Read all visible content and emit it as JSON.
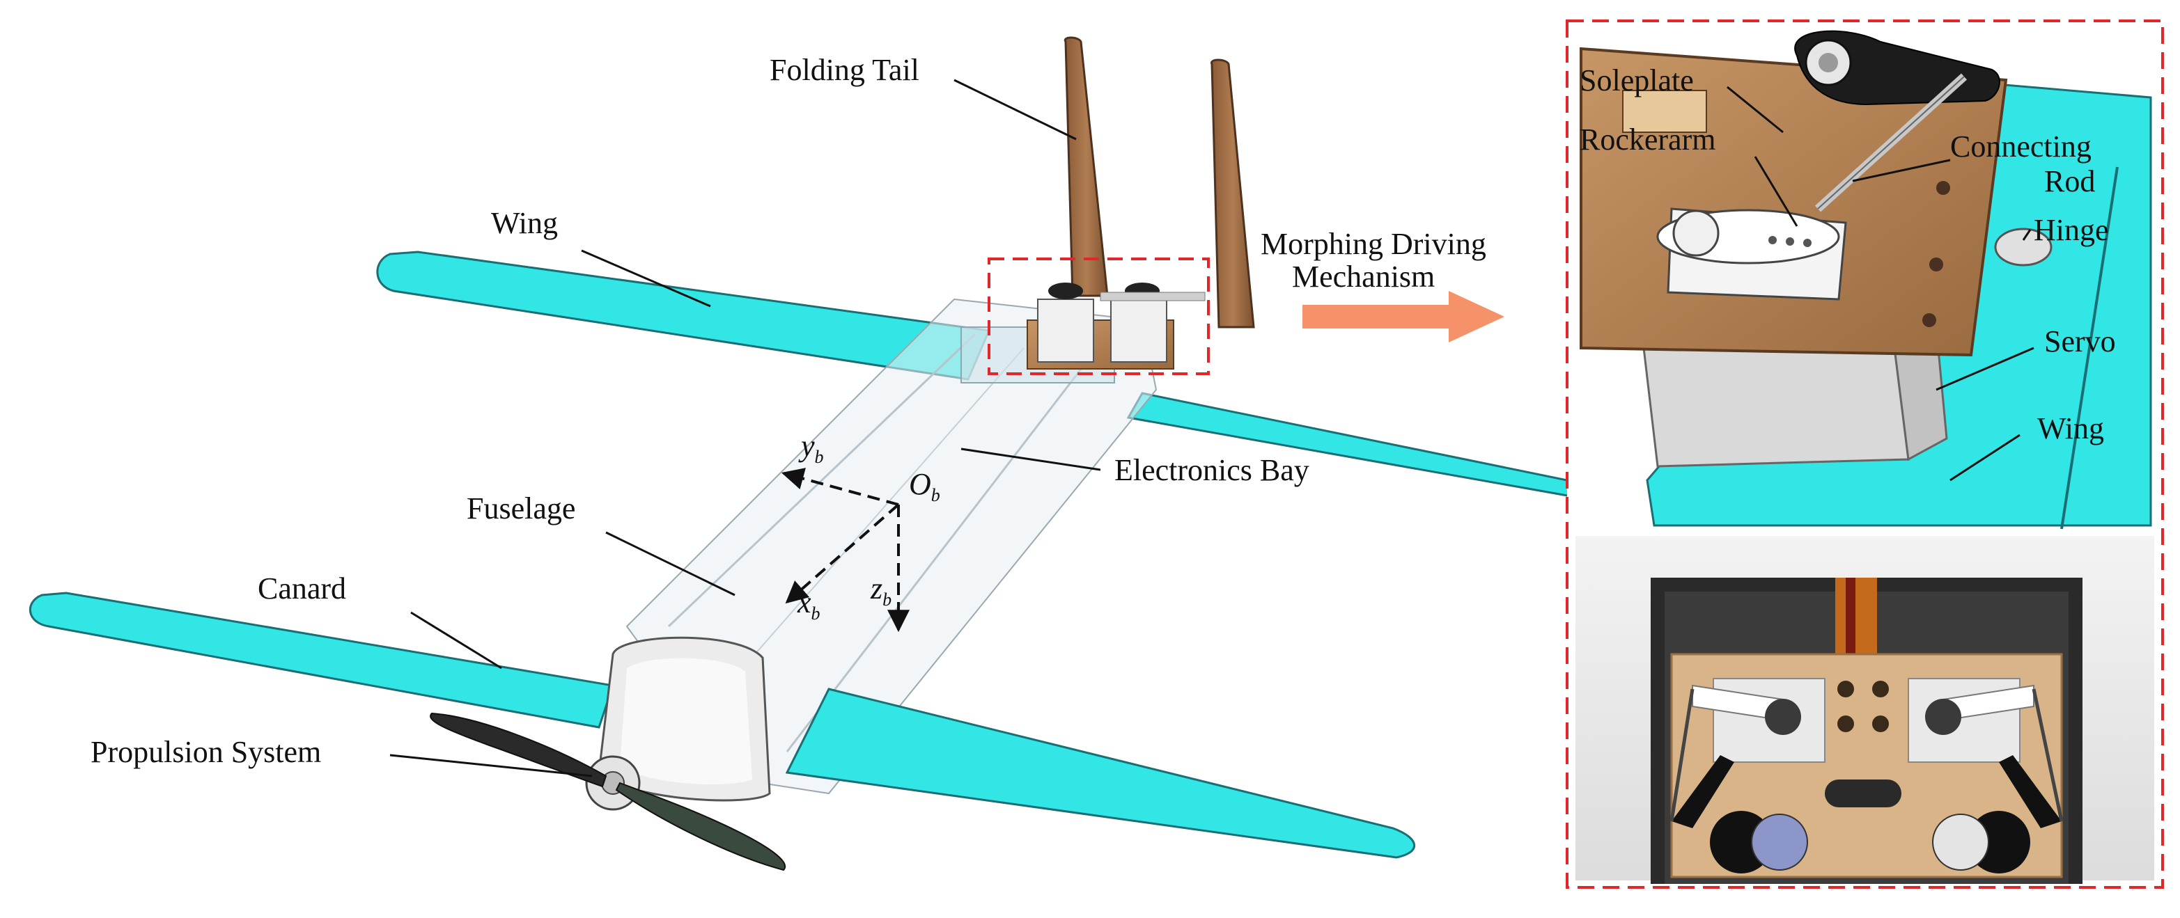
{
  "labels": {
    "folding_tail": "Folding Tail",
    "wing_main": "Wing",
    "morphing_line1": "Morphing Driving",
    "morphing_line2": "Mechanism",
    "electronics_bay": "Electronics Bay",
    "fuselage": "Fuselage",
    "canard": "Canard",
    "propulsion_system": "Propulsion System",
    "soleplate": "Soleplate",
    "rockerarm": "Rockerarm",
    "connecting_rod_line1": "Connecting",
    "connecting_rod_line2": "Rod",
    "hinge": "Hinge",
    "servo": "Servo",
    "wing_detail": "Wing"
  },
  "axes": {
    "y": "y",
    "y_sub": "b",
    "x": "x",
    "x_sub": "b",
    "z": "z",
    "z_sub": "b",
    "origin": "O",
    "origin_sub": "b"
  },
  "colors": {
    "wing": "#33e6e6",
    "wood": "#a9744c",
    "servo": "#d9d9d9",
    "highlight_box": "#e0282c",
    "arrow": "#f5926a"
  }
}
